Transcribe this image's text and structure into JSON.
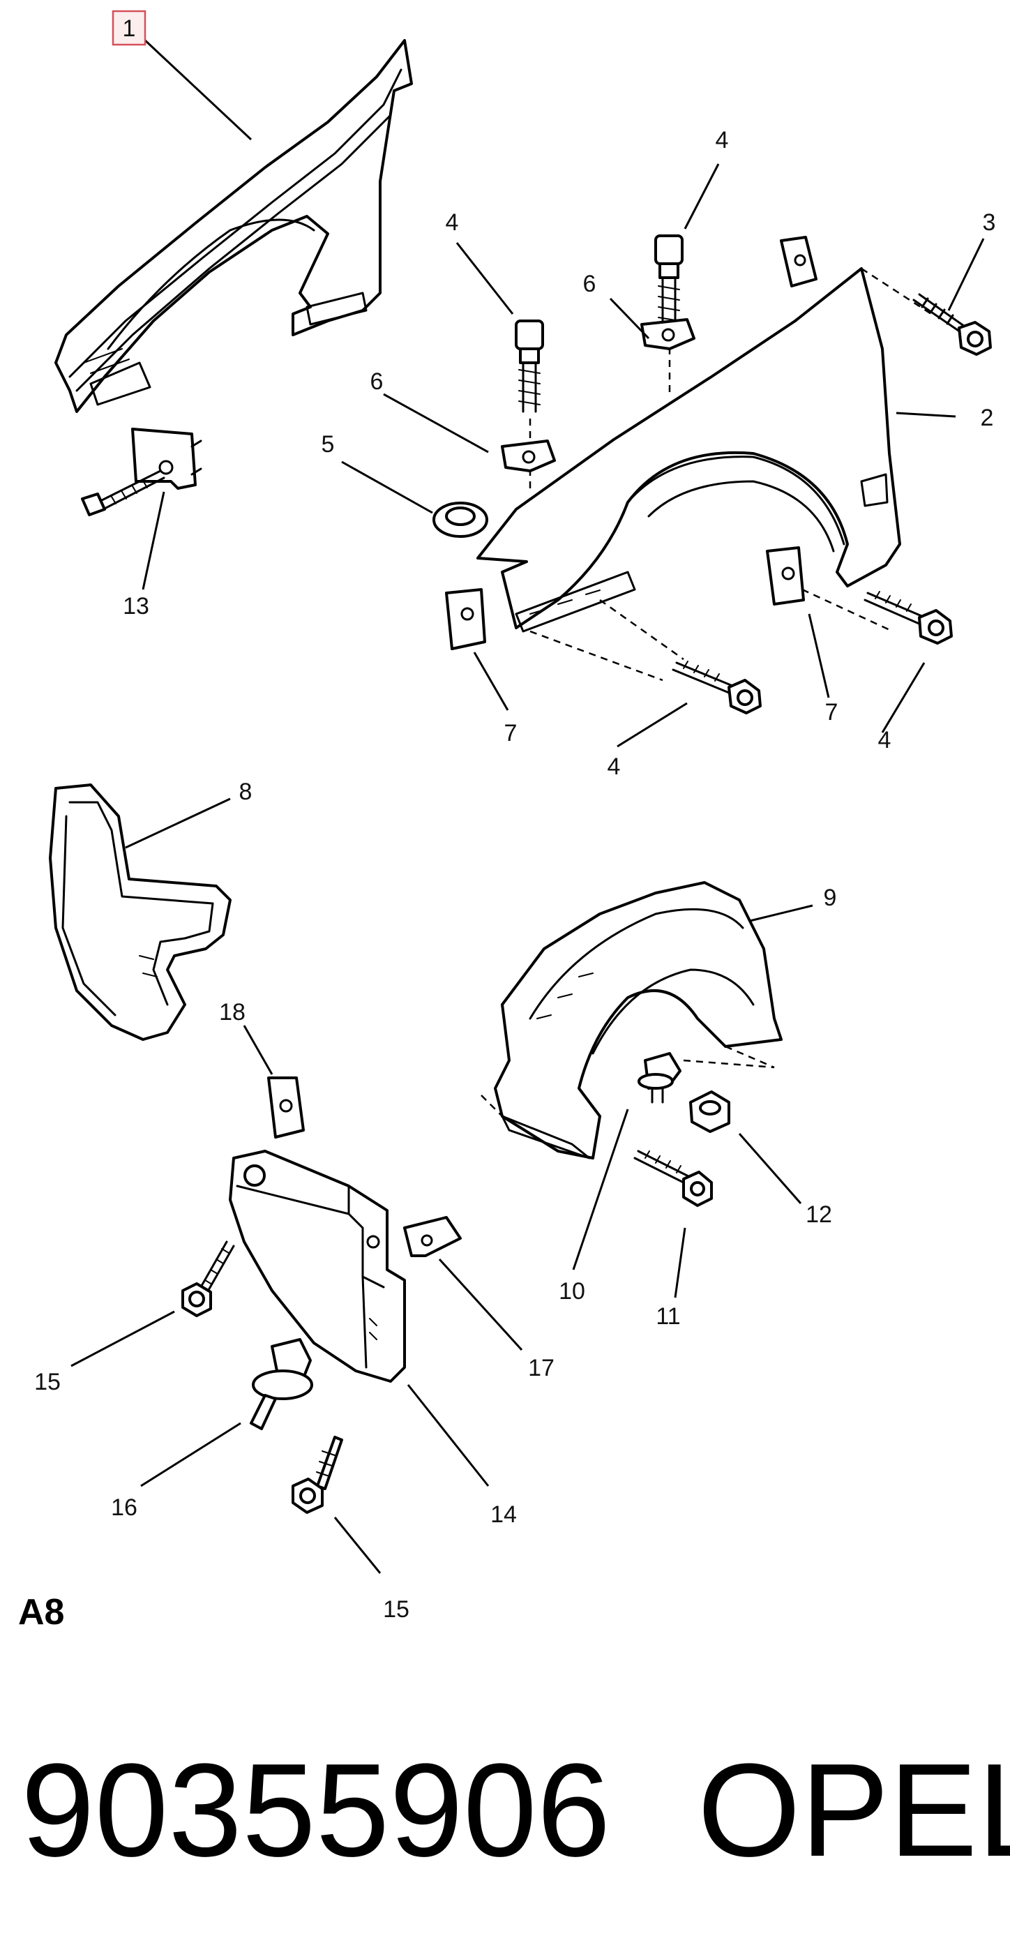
{
  "section_label": "A8",
  "footer": {
    "part_number": "90355906",
    "brand": "OPEL"
  },
  "callouts": [
    {
      "id": "c1-fender-left",
      "text": "1",
      "highlighted": true
    },
    {
      "id": "c4-top",
      "text": "4"
    },
    {
      "id": "c3",
      "text": "3"
    },
    {
      "id": "c4-left",
      "text": "4"
    },
    {
      "id": "c6-upper",
      "text": "6"
    },
    {
      "id": "c2",
      "text": "2"
    },
    {
      "id": "c6-lower",
      "text": "6"
    },
    {
      "id": "c5",
      "text": "5"
    },
    {
      "id": "c13",
      "text": "13"
    },
    {
      "id": "c7-left",
      "text": "7"
    },
    {
      "id": "c7-right",
      "text": "7"
    },
    {
      "id": "c4-bottom",
      "text": "4"
    },
    {
      "id": "c4-right",
      "text": "4"
    },
    {
      "id": "c8",
      "text": "8"
    },
    {
      "id": "c9",
      "text": "9"
    },
    {
      "id": "c18",
      "text": "18"
    },
    {
      "id": "c12",
      "text": "12"
    },
    {
      "id": "c10",
      "text": "10"
    },
    {
      "id": "c11",
      "text": "11"
    },
    {
      "id": "c17",
      "text": "17"
    },
    {
      "id": "c15-upper",
      "text": "15"
    },
    {
      "id": "c16",
      "text": "16"
    },
    {
      "id": "c14",
      "text": "14"
    },
    {
      "id": "c15-lower",
      "text": "15"
    }
  ],
  "colors": {
    "highlight_box": "#d4505a",
    "line": "#000000"
  }
}
